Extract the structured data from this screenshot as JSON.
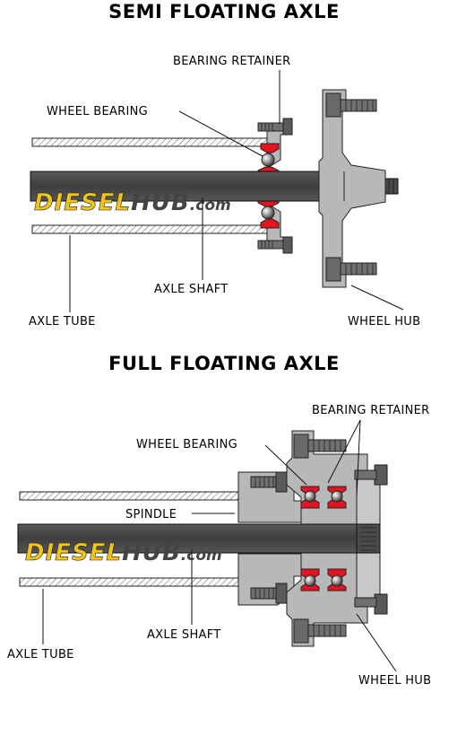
{
  "semi": {
    "title": "SEMI FLOATING AXLE",
    "labels": {
      "bearing_retainer": "BEARING RETAINER",
      "wheel_bearing": "WHEEL BEARING",
      "axle_shaft": "AXLE SHAFT",
      "axle_tube": "AXLE TUBE",
      "wheel_hub": "WHEEL HUB"
    }
  },
  "full": {
    "title": "FULL FLOATING AXLE",
    "labels": {
      "bearing_retainer": "BEARING RETAINER",
      "wheel_bearing": "WHEEL BEARING",
      "spindle": "SPINDLE",
      "axle_shaft": "AXLE SHAFT",
      "axle_tube": "AXLE TUBE",
      "wheel_hub": "WHEEL HUB"
    }
  },
  "watermark": {
    "part1": "DIESEL",
    "part2": "HUB",
    "part3": ".com"
  },
  "colors": {
    "shaft": "#4a4a4a",
    "metal": "#b8b8b8",
    "bearing_race": "#e5141e",
    "bolt": "#707070",
    "logo_yellow": "#f0c419",
    "logo_dark": "#444444"
  }
}
